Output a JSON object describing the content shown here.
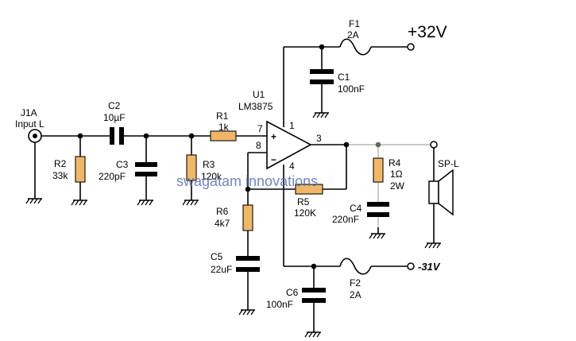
{
  "rails": {
    "positive": "+32V",
    "negative": "-31V"
  },
  "watermark": "swagatam innovations",
  "input": {
    "ref": "J1A",
    "name": "Input L"
  },
  "ic": {
    "ref": "U1",
    "part": "LM3875",
    "pin_plus": "+",
    "pin_minus": "−",
    "pin1": "1",
    "pin3": "3",
    "pin4": "4",
    "pin7": "7",
    "pin8": "8"
  },
  "components": {
    "F1": {
      "ref": "F1",
      "value": "2A"
    },
    "F2": {
      "ref": "F2",
      "value": "2A"
    },
    "C1": {
      "ref": "C1",
      "value": "100nF"
    },
    "C2": {
      "ref": "C2",
      "value": "10µF"
    },
    "C3": {
      "ref": "C3",
      "value": "220pF"
    },
    "C4": {
      "ref": "C4",
      "value": "220nF"
    },
    "C5": {
      "ref": "C5",
      "value": "22uF"
    },
    "C6": {
      "ref": "C6",
      "value": "100nF"
    },
    "R1": {
      "ref": "R1",
      "value": "1k"
    },
    "R2": {
      "ref": "R2",
      "value": "33k"
    },
    "R3": {
      "ref": "R3",
      "value": "120k"
    },
    "R4": {
      "ref": "R4",
      "value": "1Ω",
      "power": "2W"
    },
    "R5": {
      "ref": "R5",
      "value": "120K"
    },
    "R6": {
      "ref": "R6",
      "value": "4k7"
    }
  },
  "output": {
    "ref": "SP-L"
  }
}
